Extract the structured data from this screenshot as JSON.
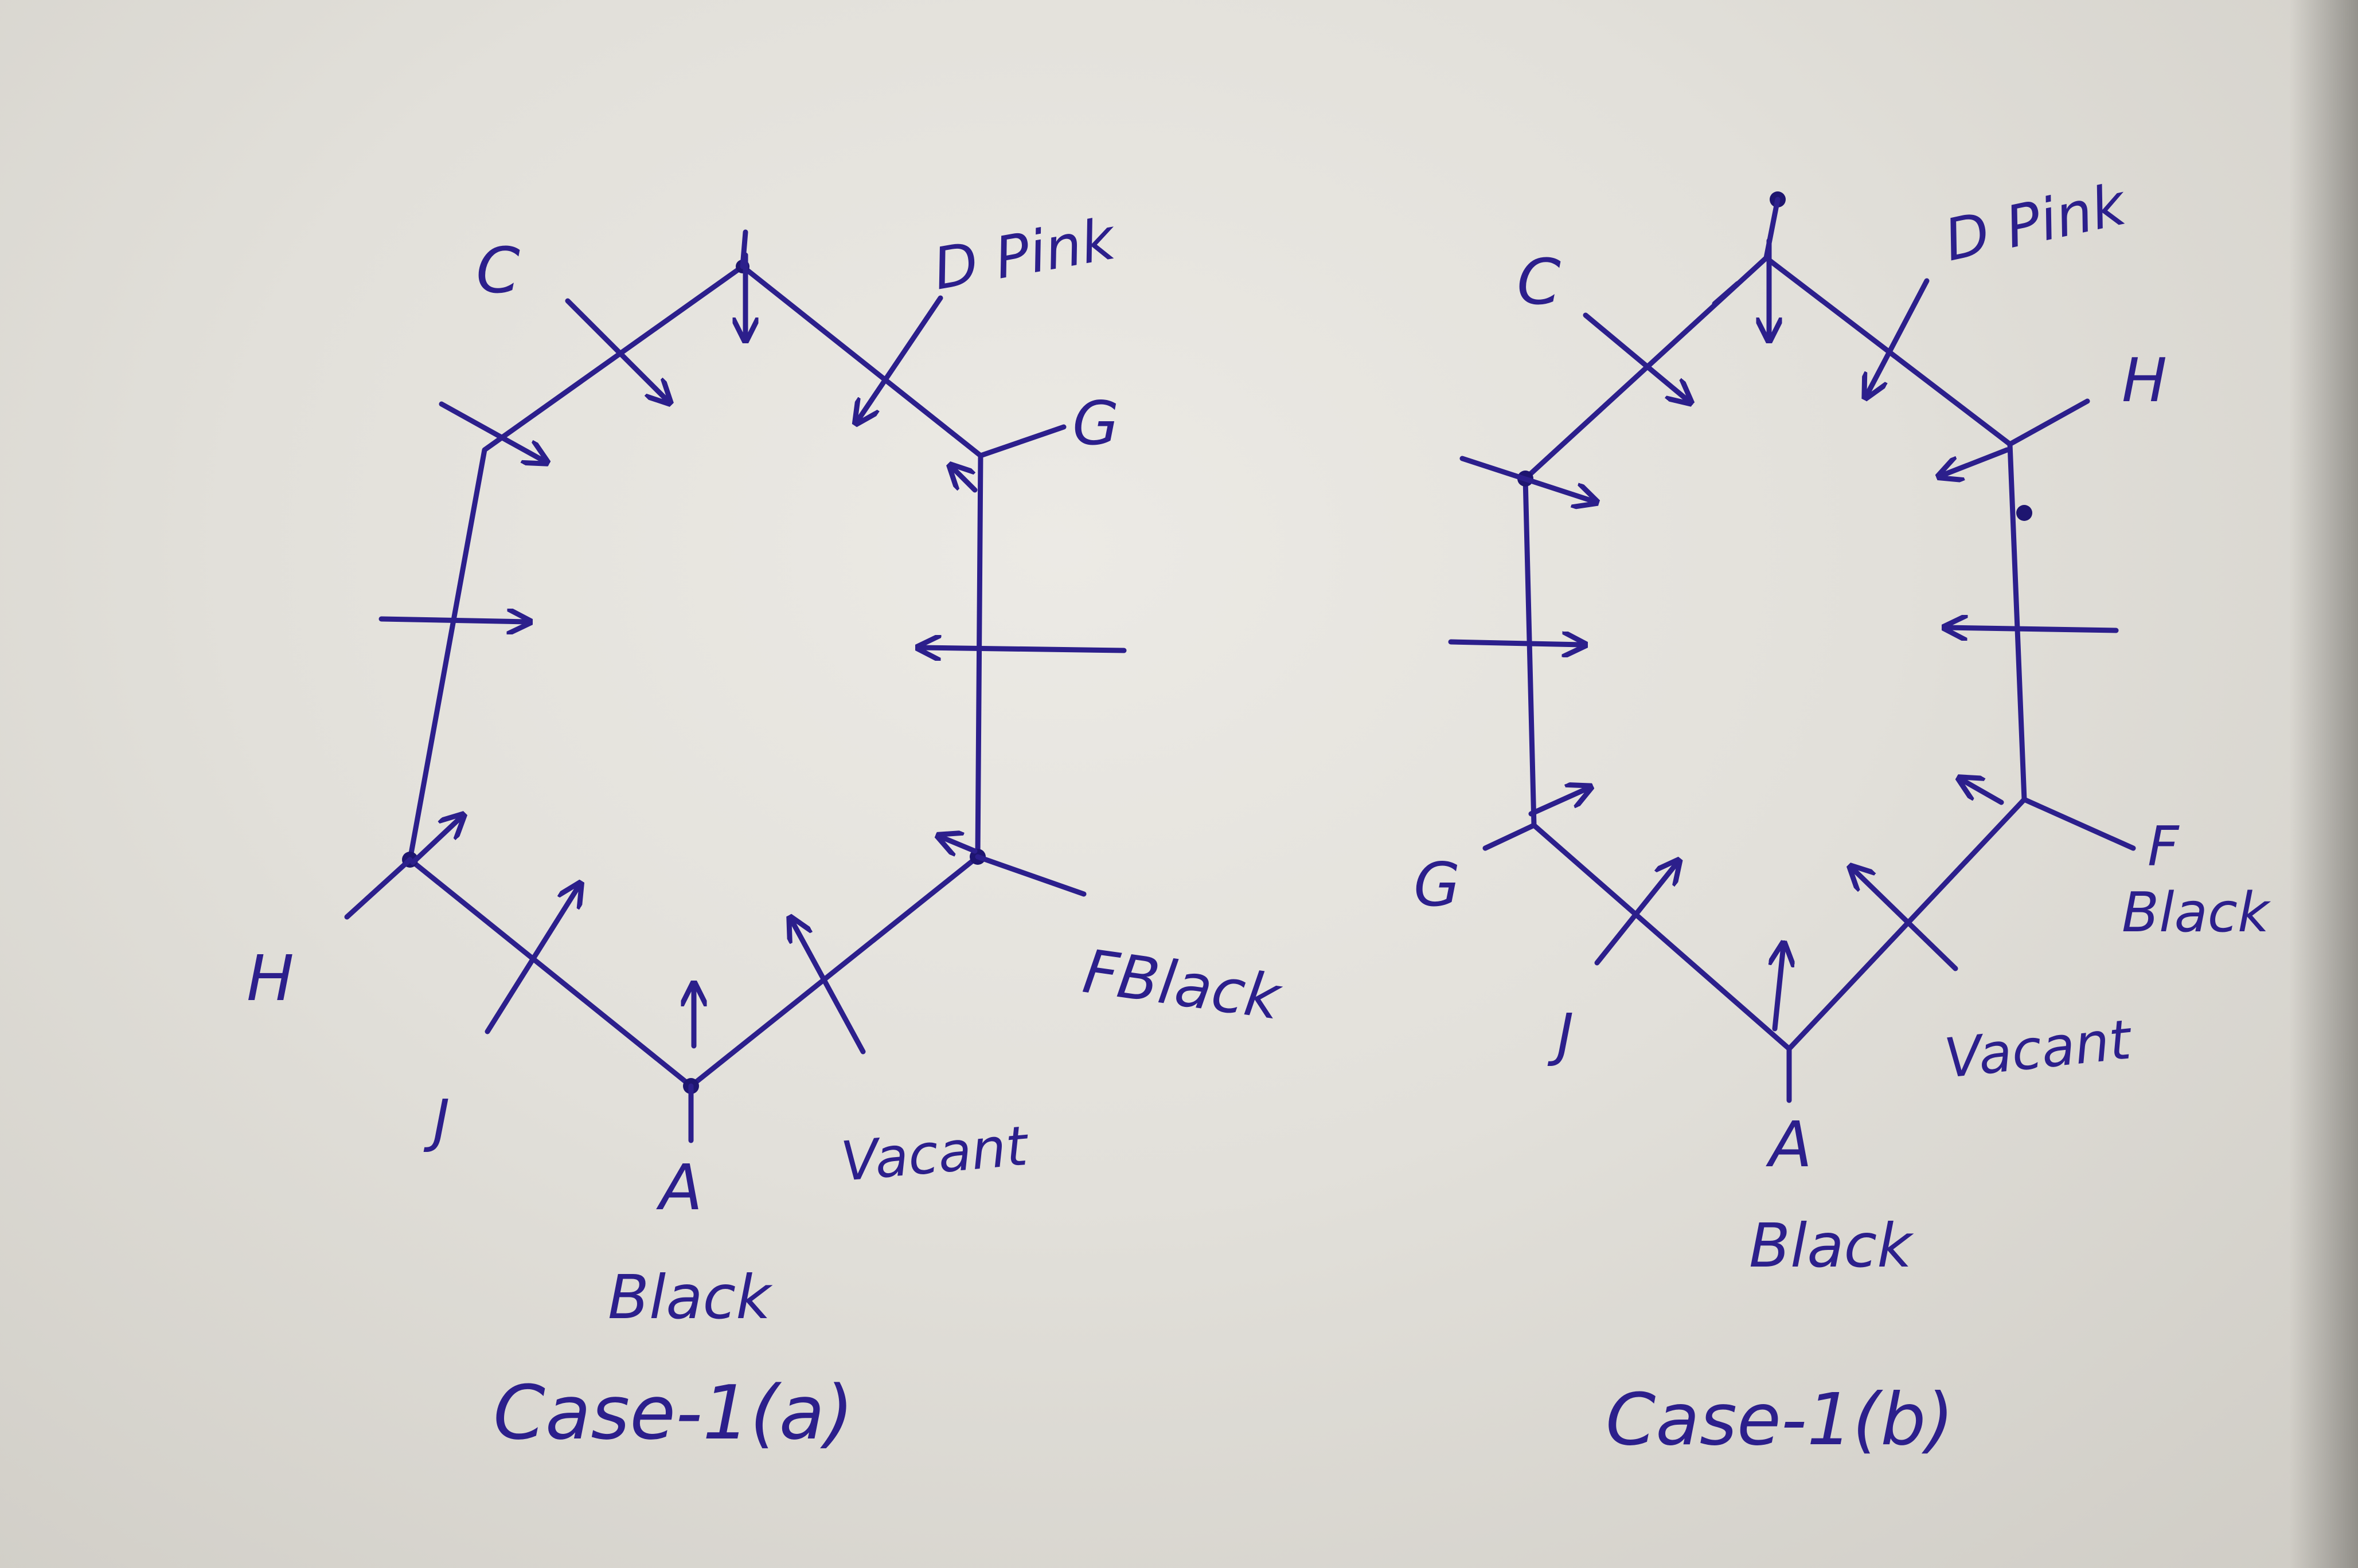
{
  "diagrams": [
    {
      "caption": "Case-1(a)",
      "labels": {
        "c": "C",
        "d": "D Pink",
        "g": "G",
        "h": "H",
        "j": "J",
        "a": "A",
        "a_color": "Black",
        "vacant": "Vacant",
        "f": "FBlack"
      }
    },
    {
      "caption": "Case-1(b)",
      "labels": {
        "c": "C",
        "d": "D Pink",
        "h": "H",
        "f": "F",
        "f_color": "Black",
        "g": "G",
        "j": "J",
        "vacant": "Vacant",
        "a": "A",
        "a_color": "Black"
      }
    }
  ],
  "colors": {
    "ink": "#2c1f8c",
    "paper": "#e6e4df"
  }
}
